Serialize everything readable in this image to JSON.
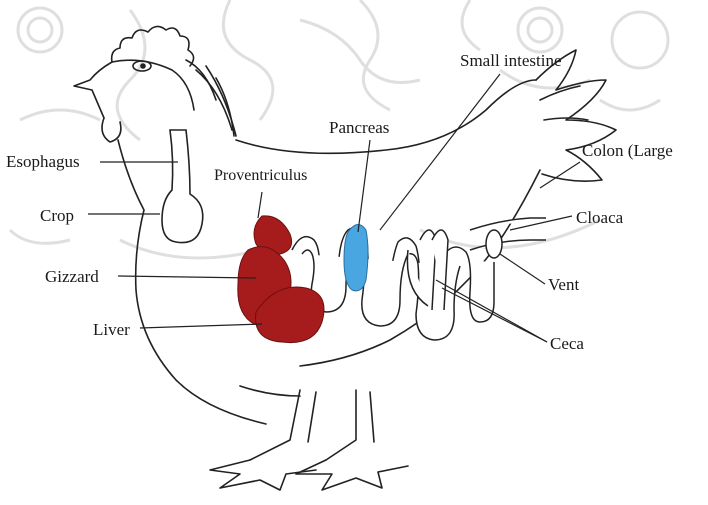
{
  "diagram": {
    "labels": {
      "esophagus": "Esophagus",
      "crop": "Crop",
      "gizzard": "Gizzard",
      "liver": "Liver",
      "proventriculus": "Proventriculus",
      "pancreas": "Pancreas",
      "small_intestine": "Small intestine",
      "colon": "Colon (Large",
      "cloaca": "Cloaca",
      "vent": "Vent",
      "ceca": "Ceca"
    },
    "colors": {
      "organ_red": "#a61c1c",
      "pancreas_blue": "#4aa6e0",
      "outline": "#222222",
      "watermark": "#d9d9d9"
    }
  }
}
